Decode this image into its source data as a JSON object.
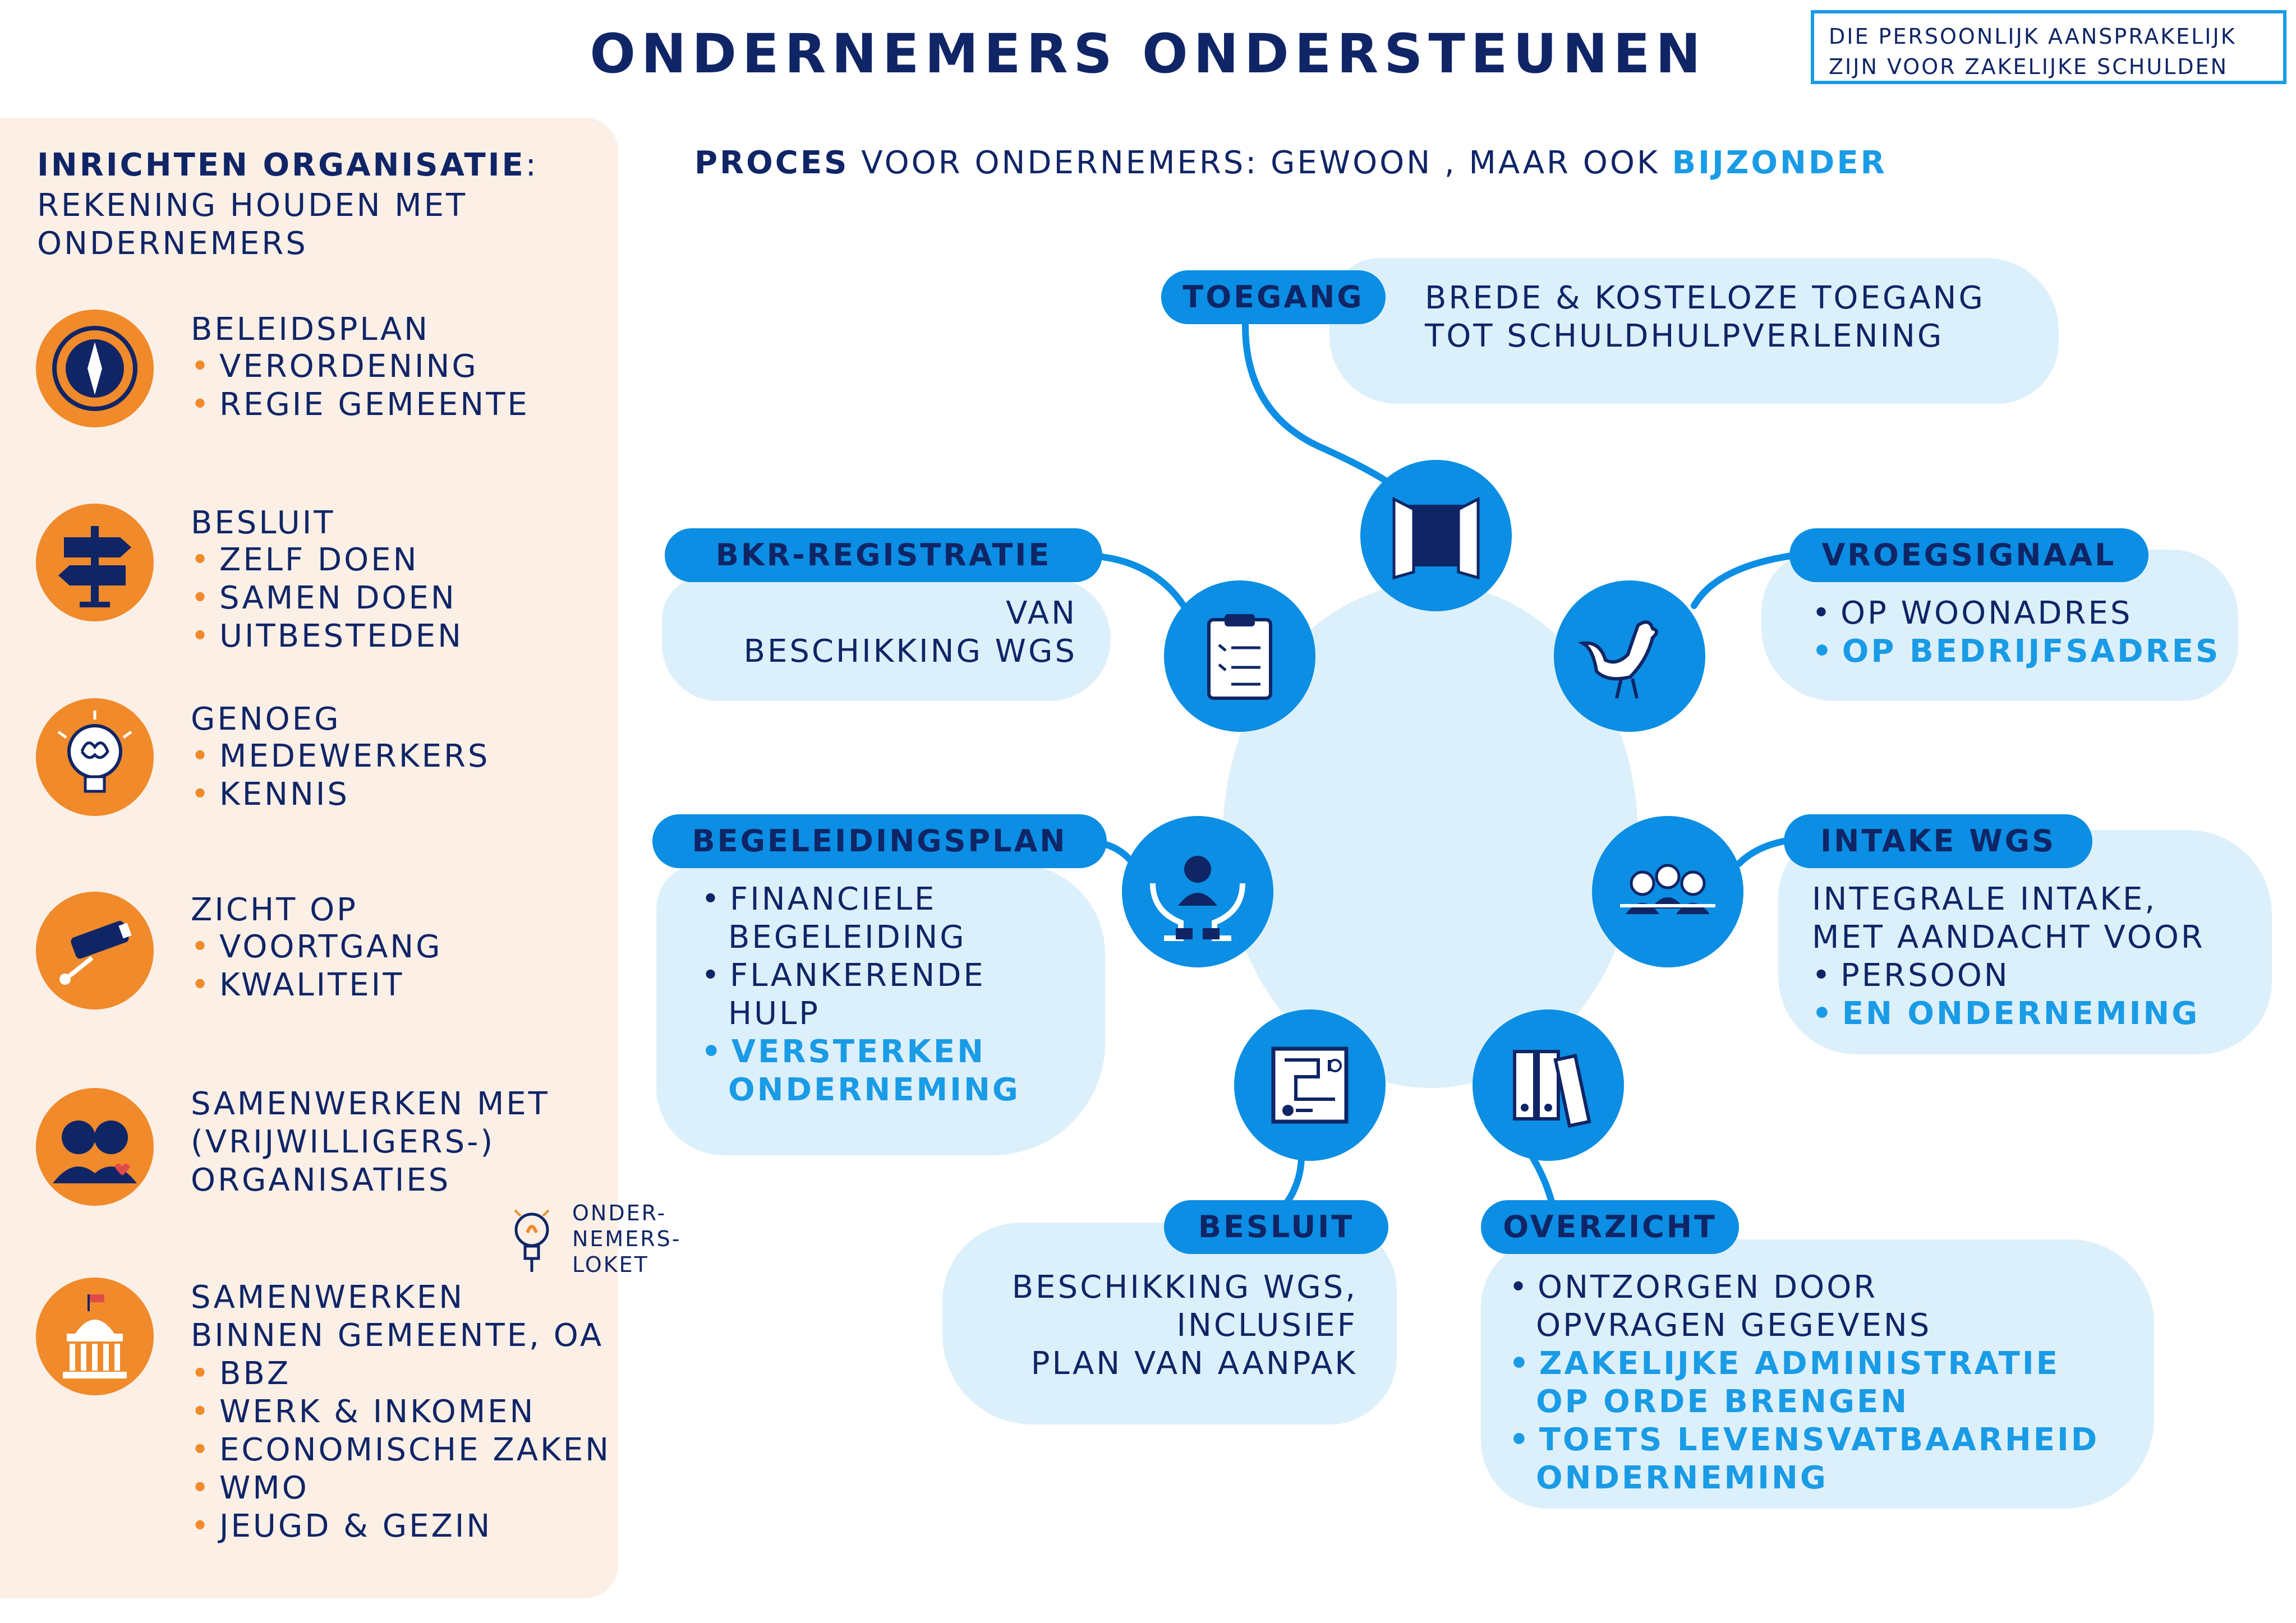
{
  "title": "ONDERNEMERS ONDERSTEUNEN",
  "note": {
    "line1": "DIE PERSOONLIJK AANSPRAKELIJK",
    "line2": "ZIJN VOOR  ZAKELIJKE SCHULDEN"
  },
  "left": {
    "title": "INRICHTEN ORGANISATIE",
    "title_colon": ":",
    "subtitle_lines": [
      "REKENING HOUDEN MET",
      "ONDERNEMERS"
    ],
    "items": [
      {
        "icon": "compass-icon",
        "title": "BELEIDSPLAN",
        "bullets": [
          "VERORDENING",
          "REGIE GEMEENTE"
        ]
      },
      {
        "icon": "signpost-icon",
        "title": "BESLUIT",
        "bullets": [
          "ZELF DOEN",
          "SAMEN DOEN",
          "UITBESTEDEN"
        ]
      },
      {
        "icon": "lightbulb-brain-icon",
        "title": "GENOEG",
        "bullets": [
          "MEDEWERKERS",
          "KENNIS"
        ]
      },
      {
        "icon": "security-camera-icon",
        "title": "ZICHT OP",
        "bullets": [
          "VOORTGANG",
          "KWALITEIT"
        ]
      },
      {
        "icon": "people-icon",
        "title_lines": [
          "SAMENWERKEN MET",
          "(VRIJWILLIGERS-)",
          "ORGANISATIES"
        ],
        "bullets": []
      },
      {
        "icon": "town-hall-icon",
        "title_lines": [
          "SAMENWERKEN",
          "BINNEN GEMEENTE, OA"
        ],
        "bullets": [
          "BBZ",
          "WERK & INKOMEN",
          "ECONOMISCHE ZAKEN",
          "WMO",
          "JEUGD & GEZIN"
        ]
      }
    ],
    "loket": {
      "icon": "small-lightbulb-icon",
      "lines": [
        "ONDER-",
        "NEMERS-",
        "LOKET"
      ]
    }
  },
  "process": {
    "bold": "PROCES",
    "normal": "VOOR ONDERNEMERS: GEWOON , MAAR OOK",
    "highlight": "BIJZONDER"
  },
  "nodes": {
    "toegang": {
      "label": "TOEGANG",
      "icon": "door-icon",
      "text": [
        "BREDE & KOSTELOZE TOEGANG",
        "TOT  SCHULDHULPVERLENING"
      ]
    },
    "vroegsignaal": {
      "label": "VROEGSIGNAAL",
      "icon": "rooster-icon",
      "bullets": [
        "OP WOONADRES"
      ],
      "bullets_highlight": [
        "OP BEDRIJFSADRES"
      ]
    },
    "intake": {
      "label": "INTAKE WGS",
      "icon": "meeting-icon",
      "text": [
        "INTEGRALE INTAKE,",
        "MET AANDACHT VOOR"
      ],
      "bullets": [
        "PERSOON"
      ],
      "bullets_highlight": [
        "EN ONDERNEMING"
      ]
    },
    "overzicht": {
      "label": "OVERZICHT",
      "icon": "binders-icon",
      "bullets": [
        [
          "ONTZORGEN DOOR",
          "OPVRAGEN GEGEVENS"
        ]
      ],
      "bullets_highlight": [
        [
          "ZAKELIJKE ADMINISTRATIE",
          "OP ORDE BRENGEN"
        ],
        [
          "TOETS LEVENSVATBAARHEID",
          "ONDERNEMING"
        ]
      ]
    },
    "besluit": {
      "label": "BESLUIT",
      "icon": "maze-icon",
      "text": [
        "BESCHIKKING WGS,",
        "INCLUSIEF",
        "PLAN VAN AANPAK"
      ]
    },
    "begeleidingsplan": {
      "label": "BEGELEIDINGSPLAN",
      "icon": "hands-person-icon",
      "bullets": [
        [
          "FINANCIELE",
          "BEGELEIDING"
        ],
        [
          "FLANKERENDE",
          "HULP"
        ]
      ],
      "bullets_highlight": [
        [
          "VERSTERKEN",
          "ONDERNEMING"
        ]
      ]
    },
    "bkr": {
      "label": "BKR-REGISTRATIE",
      "icon": "clipboard-icon",
      "text": [
        "VAN",
        "BESCHIKKING WGS"
      ]
    }
  },
  "colors": {
    "navy": "#0f2566",
    "blue": "#0b8ee3",
    "lightblue": "#dcf0fb",
    "orange": "#f08a2b",
    "peach": "#fcefe6",
    "accent": "#1a9be6"
  }
}
